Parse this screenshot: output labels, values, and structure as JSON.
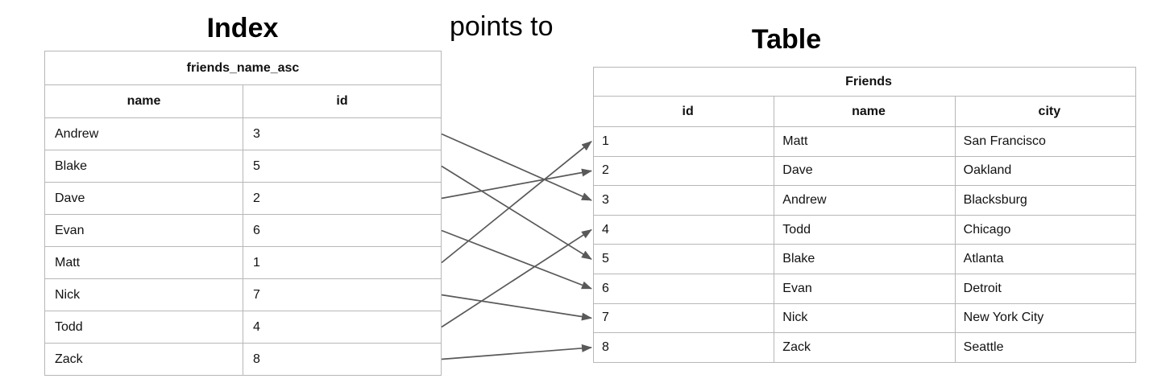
{
  "titles": {
    "index": "Index",
    "relation": "points to",
    "table": "Table"
  },
  "index_table": {
    "title": "friends_name_asc",
    "columns": [
      "name",
      "id"
    ],
    "rows": [
      {
        "name": "Andrew",
        "id": "3"
      },
      {
        "name": "Blake",
        "id": "5"
      },
      {
        "name": "Dave",
        "id": "2"
      },
      {
        "name": "Evan",
        "id": "6"
      },
      {
        "name": "Matt",
        "id": "1"
      },
      {
        "name": "Nick",
        "id": "7"
      },
      {
        "name": "Todd",
        "id": "4"
      },
      {
        "name": "Zack",
        "id": "8"
      }
    ]
  },
  "friends_table": {
    "title": "Friends",
    "columns": [
      "id",
      "name",
      "city"
    ],
    "rows": [
      {
        "id": "1",
        "name": "Matt",
        "city": "San Francisco"
      },
      {
        "id": "2",
        "name": "Dave",
        "city": "Oakland"
      },
      {
        "id": "3",
        "name": "Andrew",
        "city": "Blacksburg"
      },
      {
        "id": "4",
        "name": "Todd",
        "city": "Chicago"
      },
      {
        "id": "5",
        "name": "Blake",
        "city": "Atlanta"
      },
      {
        "id": "6",
        "name": "Evan",
        "city": "Detroit"
      },
      {
        "id": "7",
        "name": "Nick",
        "city": "New York City"
      },
      {
        "id": "8",
        "name": "Zack",
        "city": "Seattle"
      }
    ]
  },
  "arrows": [
    {
      "from_name": "Andrew",
      "to_id": "3"
    },
    {
      "from_name": "Blake",
      "to_id": "5"
    },
    {
      "from_name": "Dave",
      "to_id": "2"
    },
    {
      "from_name": "Evan",
      "to_id": "6"
    },
    {
      "from_name": "Matt",
      "to_id": "1"
    },
    {
      "from_name": "Nick",
      "to_id": "7"
    },
    {
      "from_name": "Todd",
      "to_id": "4"
    },
    {
      "from_name": "Zack",
      "to_id": "8"
    }
  ],
  "colors": {
    "arrow": "#595959",
    "border": "#b7b7b7",
    "text": "#111111"
  }
}
